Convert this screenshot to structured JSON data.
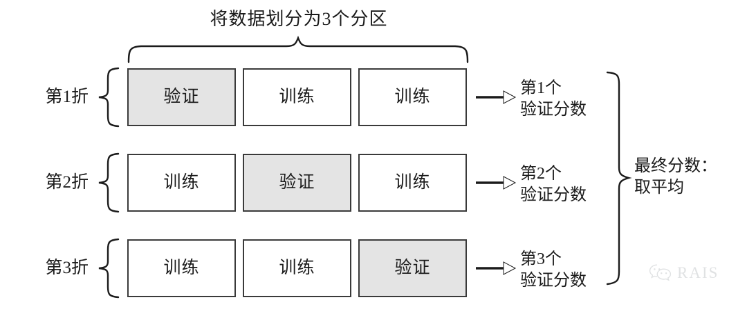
{
  "diagram": {
    "title": "将数据划分为3个分区",
    "top_brace": {
      "name": "partition-brace"
    },
    "folds": [
      {
        "label": "第1折",
        "boxes": [
          {
            "text": "验证",
            "role": "validation"
          },
          {
            "text": "训练",
            "role": "training"
          },
          {
            "text": "训练",
            "role": "training"
          }
        ],
        "arrow": "arrow-right",
        "score_line1": "第1个",
        "score_line2": "验证分数"
      },
      {
        "label": "第2折",
        "boxes": [
          {
            "text": "训练",
            "role": "training"
          },
          {
            "text": "验证",
            "role": "validation"
          },
          {
            "text": "训练",
            "role": "training"
          }
        ],
        "arrow": "arrow-right",
        "score_line1": "第2个",
        "score_line2": "验证分数"
      },
      {
        "label": "第3折",
        "boxes": [
          {
            "text": "训练",
            "role": "training"
          },
          {
            "text": "训练",
            "role": "training"
          },
          {
            "text": "验证",
            "role": "validation"
          }
        ],
        "arrow": "arrow-right",
        "score_line1": "第3个",
        "score_line2": "验证分数"
      }
    ],
    "final": {
      "line1": "最终分数：",
      "line2": "取平均"
    },
    "watermark": {
      "icon": "wechat-icon",
      "text": "RAIS"
    },
    "colors": {
      "stroke": "#3a3a3a",
      "validation_fill": "#e4e4e4",
      "training_fill": "#ffffff",
      "text": "#1b1b1b",
      "watermark": "#9aa0a6"
    }
  }
}
